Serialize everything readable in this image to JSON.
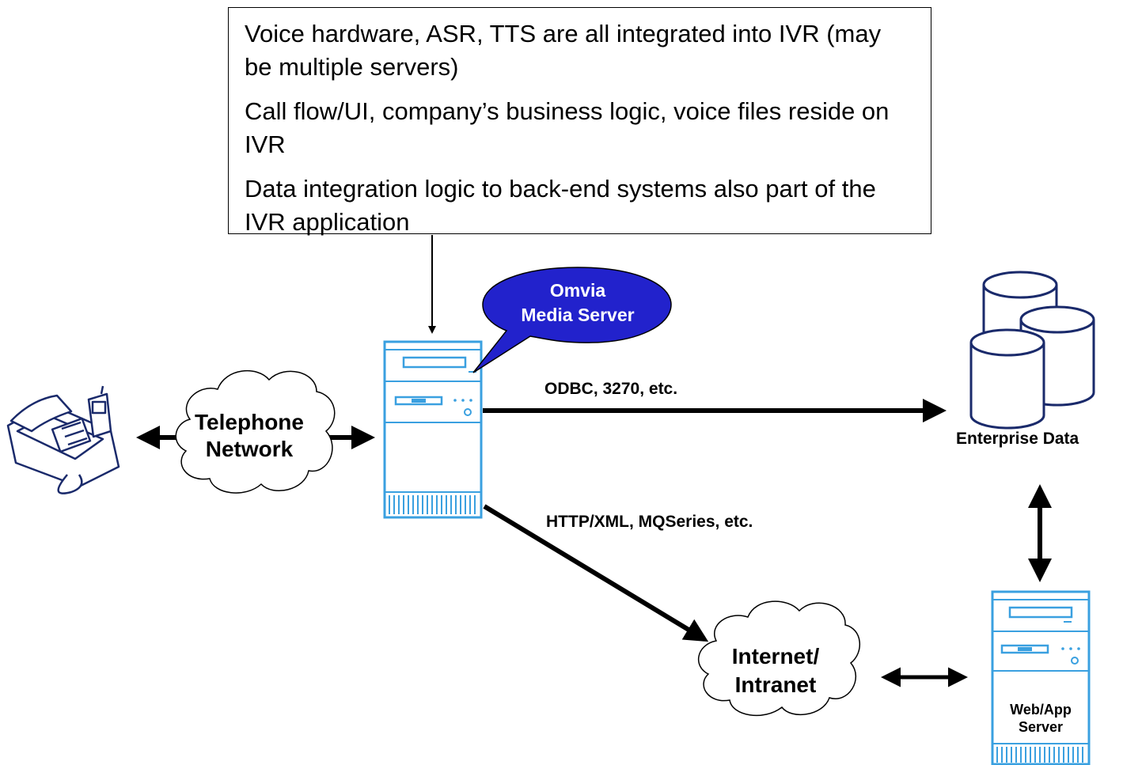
{
  "note": {
    "lines": [
      "Voice hardware, ASR, TTS are all integrated into IVR (may be multiple servers)",
      "Call flow/UI, company’s business logic, voice files reside on IVR",
      "Data integration logic to back-end systems also part of the IVR application"
    ]
  },
  "callout": {
    "line1": "Omvia",
    "line2": "Media Server"
  },
  "telephone_cloud": {
    "line1": "Telephone",
    "line2": "Network"
  },
  "internet_cloud": {
    "line1": "Internet/",
    "line2": "Intranet"
  },
  "link_odbc": "ODBC, 3270, etc.",
  "link_http": "HTTP/XML, MQSeries, etc.",
  "enterprise_data": "Enterprise Data",
  "web_server": {
    "line1": "Web/App",
    "line2": "Server"
  },
  "colors": {
    "server_blue": "#3aa0e0",
    "callout_fill": "#2222cc",
    "callout_text": "#ffffff"
  }
}
